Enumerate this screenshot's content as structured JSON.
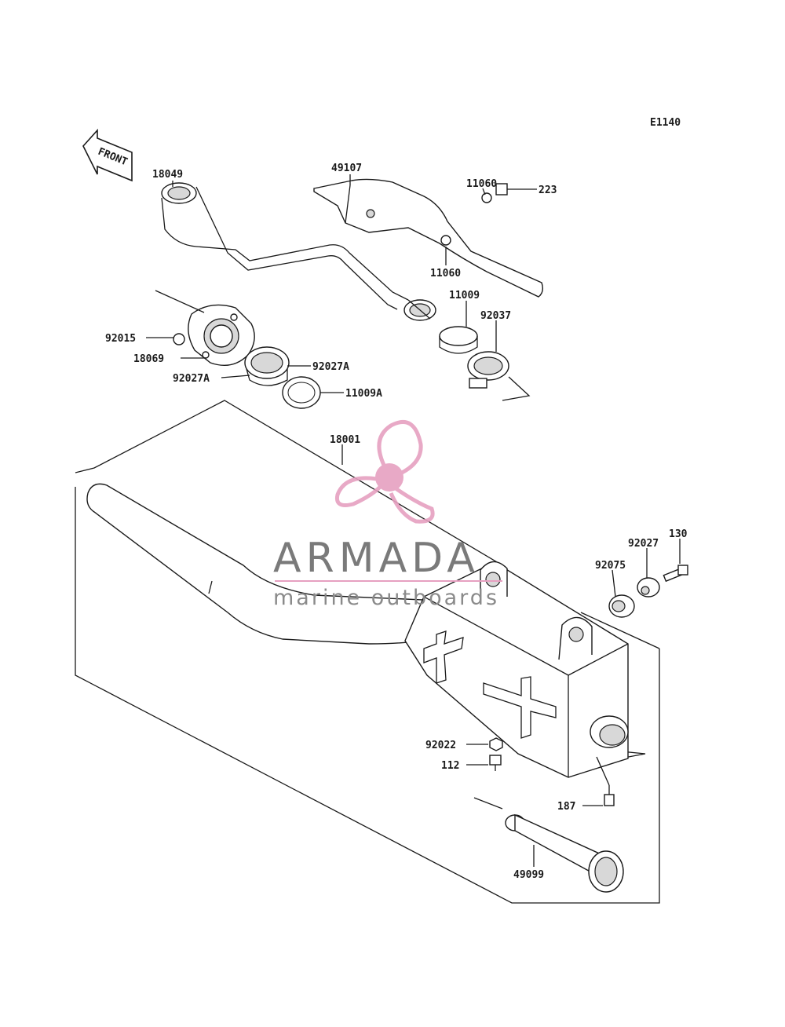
{
  "diagram_code": "E1140",
  "front_label": "FRONT",
  "watermark": {
    "name": "ARMADA",
    "tagline": "marine outboards",
    "accent_color": "#e6a0c0"
  },
  "parts": {
    "p18049": "18049",
    "p49107": "49107",
    "p11060_top": "11060",
    "p223": "223",
    "p11060_mid": "11060",
    "p11009": "11009",
    "p92037": "92037",
    "p92015": "92015",
    "p18069": "18069",
    "p92027A_right": "92027A",
    "p92027A_left": "92027A",
    "p11009A": "11009A",
    "p18001": "18001",
    "p130": "130",
    "p92027": "92027",
    "p92075": "92075",
    "p92022": "92022",
    "p112": "112",
    "p187": "187",
    "p49099": "49099"
  }
}
